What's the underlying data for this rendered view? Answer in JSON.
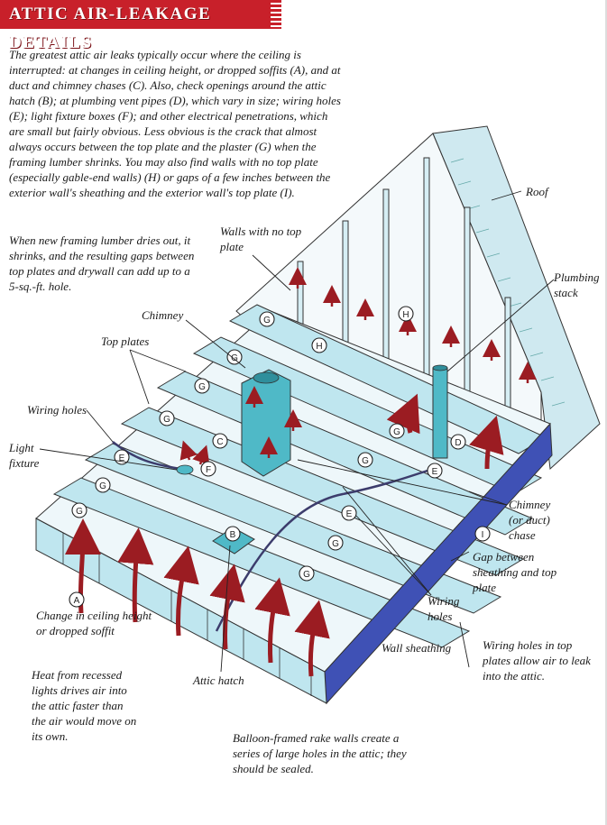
{
  "header": {
    "title": "ATTIC AIR-LEAKAGE DETAILS"
  },
  "intro_text": "The greatest attic air leaks typically occur where the ceiling is interrupted: at changes in ceiling height, or dropped soffits (A), and at duct and chimney chases (C). Also, check openings around the attic hatch (B); at plumbing vent pipes (D), which vary in size; wiring holes (E); light fixture boxes (F); and other electrical penetrations, which are small but fairly obvious. Less obvious is the crack that almost always occurs between the top plate and the plaster (G) when the framing lumber shrinks. You may also find walls with no top plate (especially gable-end walls) (H) or gaps of a few inches between the exterior wall's sheathing and the exterior wall's top plate (I).",
  "shrink_text": "When new framing lumber dries out, it shrinks, and the resulting gaps between top plates and drywall can add up to a 5-sq.-ft. hole.",
  "labels": {
    "walls_no_top_plate": "Walls with no top plate",
    "roof": "Roof",
    "plumbing_stack": "Plumbing stack",
    "chimney": "Chimney",
    "top_plates": "Top plates",
    "wiring_holes_left": "Wiring holes",
    "light_fixture": "Light fixture",
    "chimney_chase": "Chimney (or duct) chase",
    "gap_sheathing": "Gap between sheathing and top plate",
    "wiring_holes_right": "Wiring holes",
    "change_ceiling": "Change in ceiling height or dropped soffit",
    "wall_sheathing": "Wall sheathing",
    "wiring_top_plates": "Wiring holes in top plates allow air to leak into the attic.",
    "recessed_lights": "Heat from recessed lights drives air into the attic faster than the air would move on its own.",
    "attic_hatch": "Attic hatch",
    "balloon_framed": "Balloon-framed rake walls create a series of large holes in the attic; they should be sealed."
  },
  "callouts": {
    "A": "A",
    "B": "B",
    "C": "C",
    "D": "D",
    "E": "E",
    "F": "F",
    "G": "G",
    "H": "H",
    "I": "I"
  },
  "colors": {
    "banner": "#c8202a",
    "framing": "#bfe6ef",
    "framing_shadow": "#8fc9d8",
    "chimney": "#4fb9c7",
    "arrow": "#9b1c22",
    "wall_blue": "#3f51b5"
  }
}
